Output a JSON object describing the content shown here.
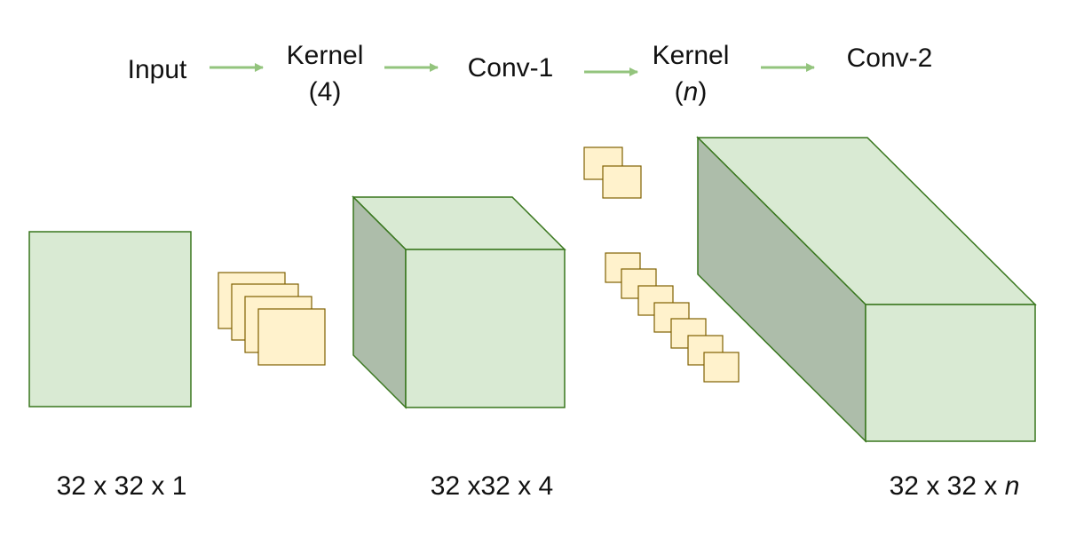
{
  "pipeline": {
    "input": "Input",
    "kernel1_title": "Kernel",
    "kernel1_count": "(4)",
    "conv1": "Conv-1",
    "kernel2_title": "Kernel",
    "kernel2_open": "(",
    "kernel2_var": "n",
    "kernel2_close": ")",
    "conv2": "Conv-2"
  },
  "dimensions": {
    "input": "32 x 32 x 1",
    "conv1": "32 x32 x 4",
    "conv2_prefix": "32 x 32 x ",
    "conv2_var": "n"
  },
  "colors": {
    "block_fill": "#d9ead3",
    "block_side": "#adbdaa",
    "block_stroke": "#38761d",
    "kernel_fill": "#fff2cc",
    "kernel_stroke": "#7f6000",
    "arrow": "#93c47d"
  }
}
